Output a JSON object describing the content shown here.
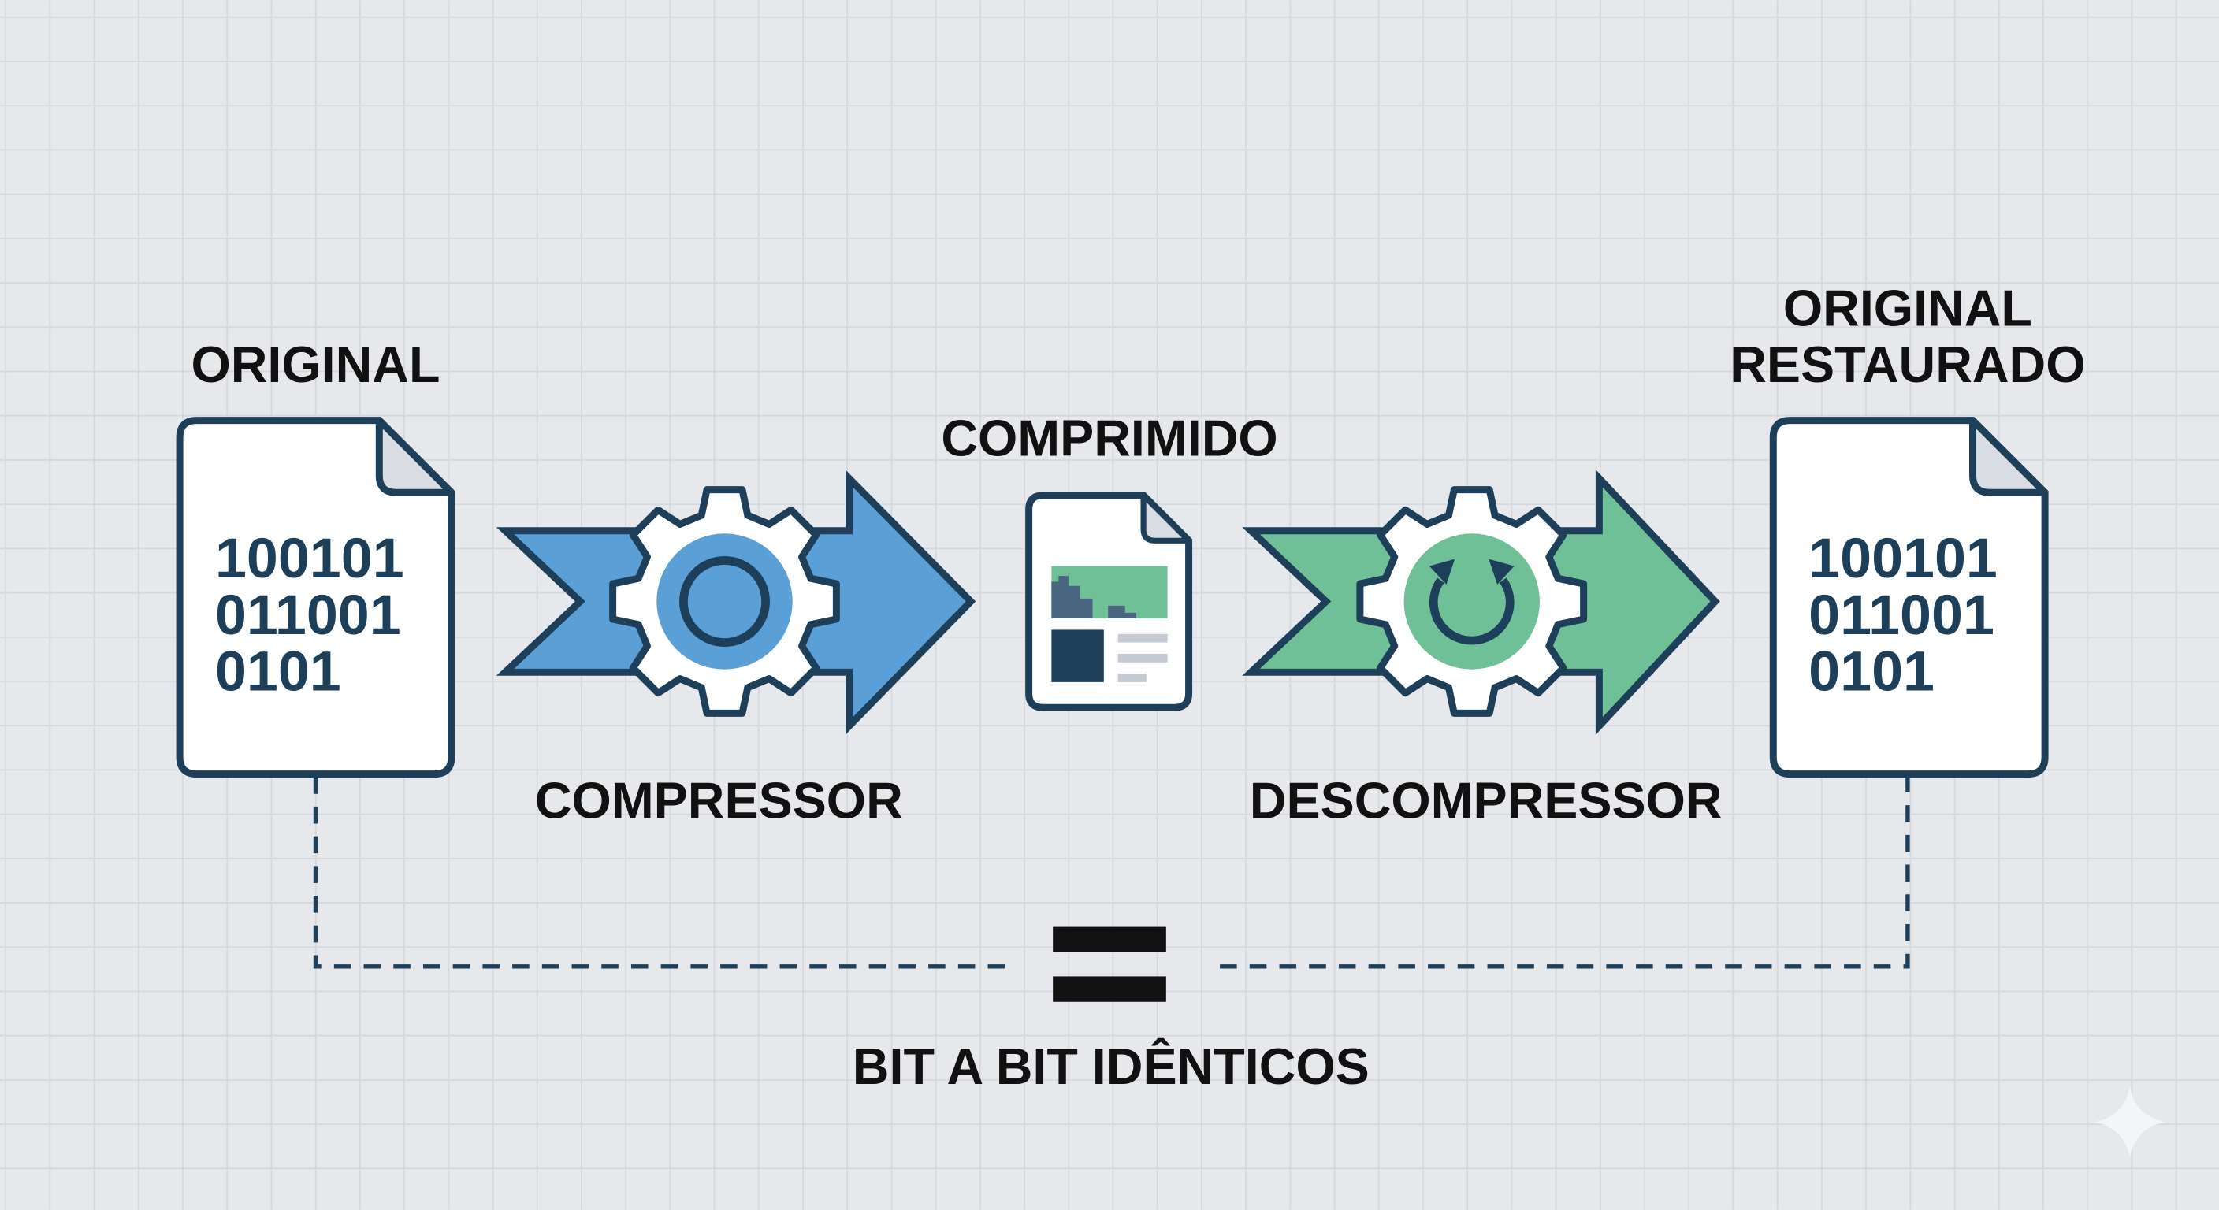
{
  "labels": {
    "original": "ORIGINAL",
    "compressed": "COMPRIMIDO",
    "restored_line1": "ORIGINAL",
    "restored_line2": "RESTAURADO",
    "compressor": "COMPRESSOR",
    "decompressor": "DESCOMPRESSOR",
    "identical": "BIT A BIT IDÊNTICOS"
  },
  "original_file": {
    "lines": [
      "100101",
      "011001",
      "0101"
    ]
  },
  "restored_file": {
    "lines": [
      "100101",
      "011001",
      "0101"
    ]
  },
  "icons": {
    "compressor": "gear-icon",
    "decompressor": "gear-refresh-icon",
    "equals": "equals-icon",
    "file": "document-icon"
  },
  "colors": {
    "background": "#e6e8eb",
    "outline": "#1e3f5a",
    "compress_blue": "#5a9fd6",
    "decompress_green": "#6fc096"
  }
}
